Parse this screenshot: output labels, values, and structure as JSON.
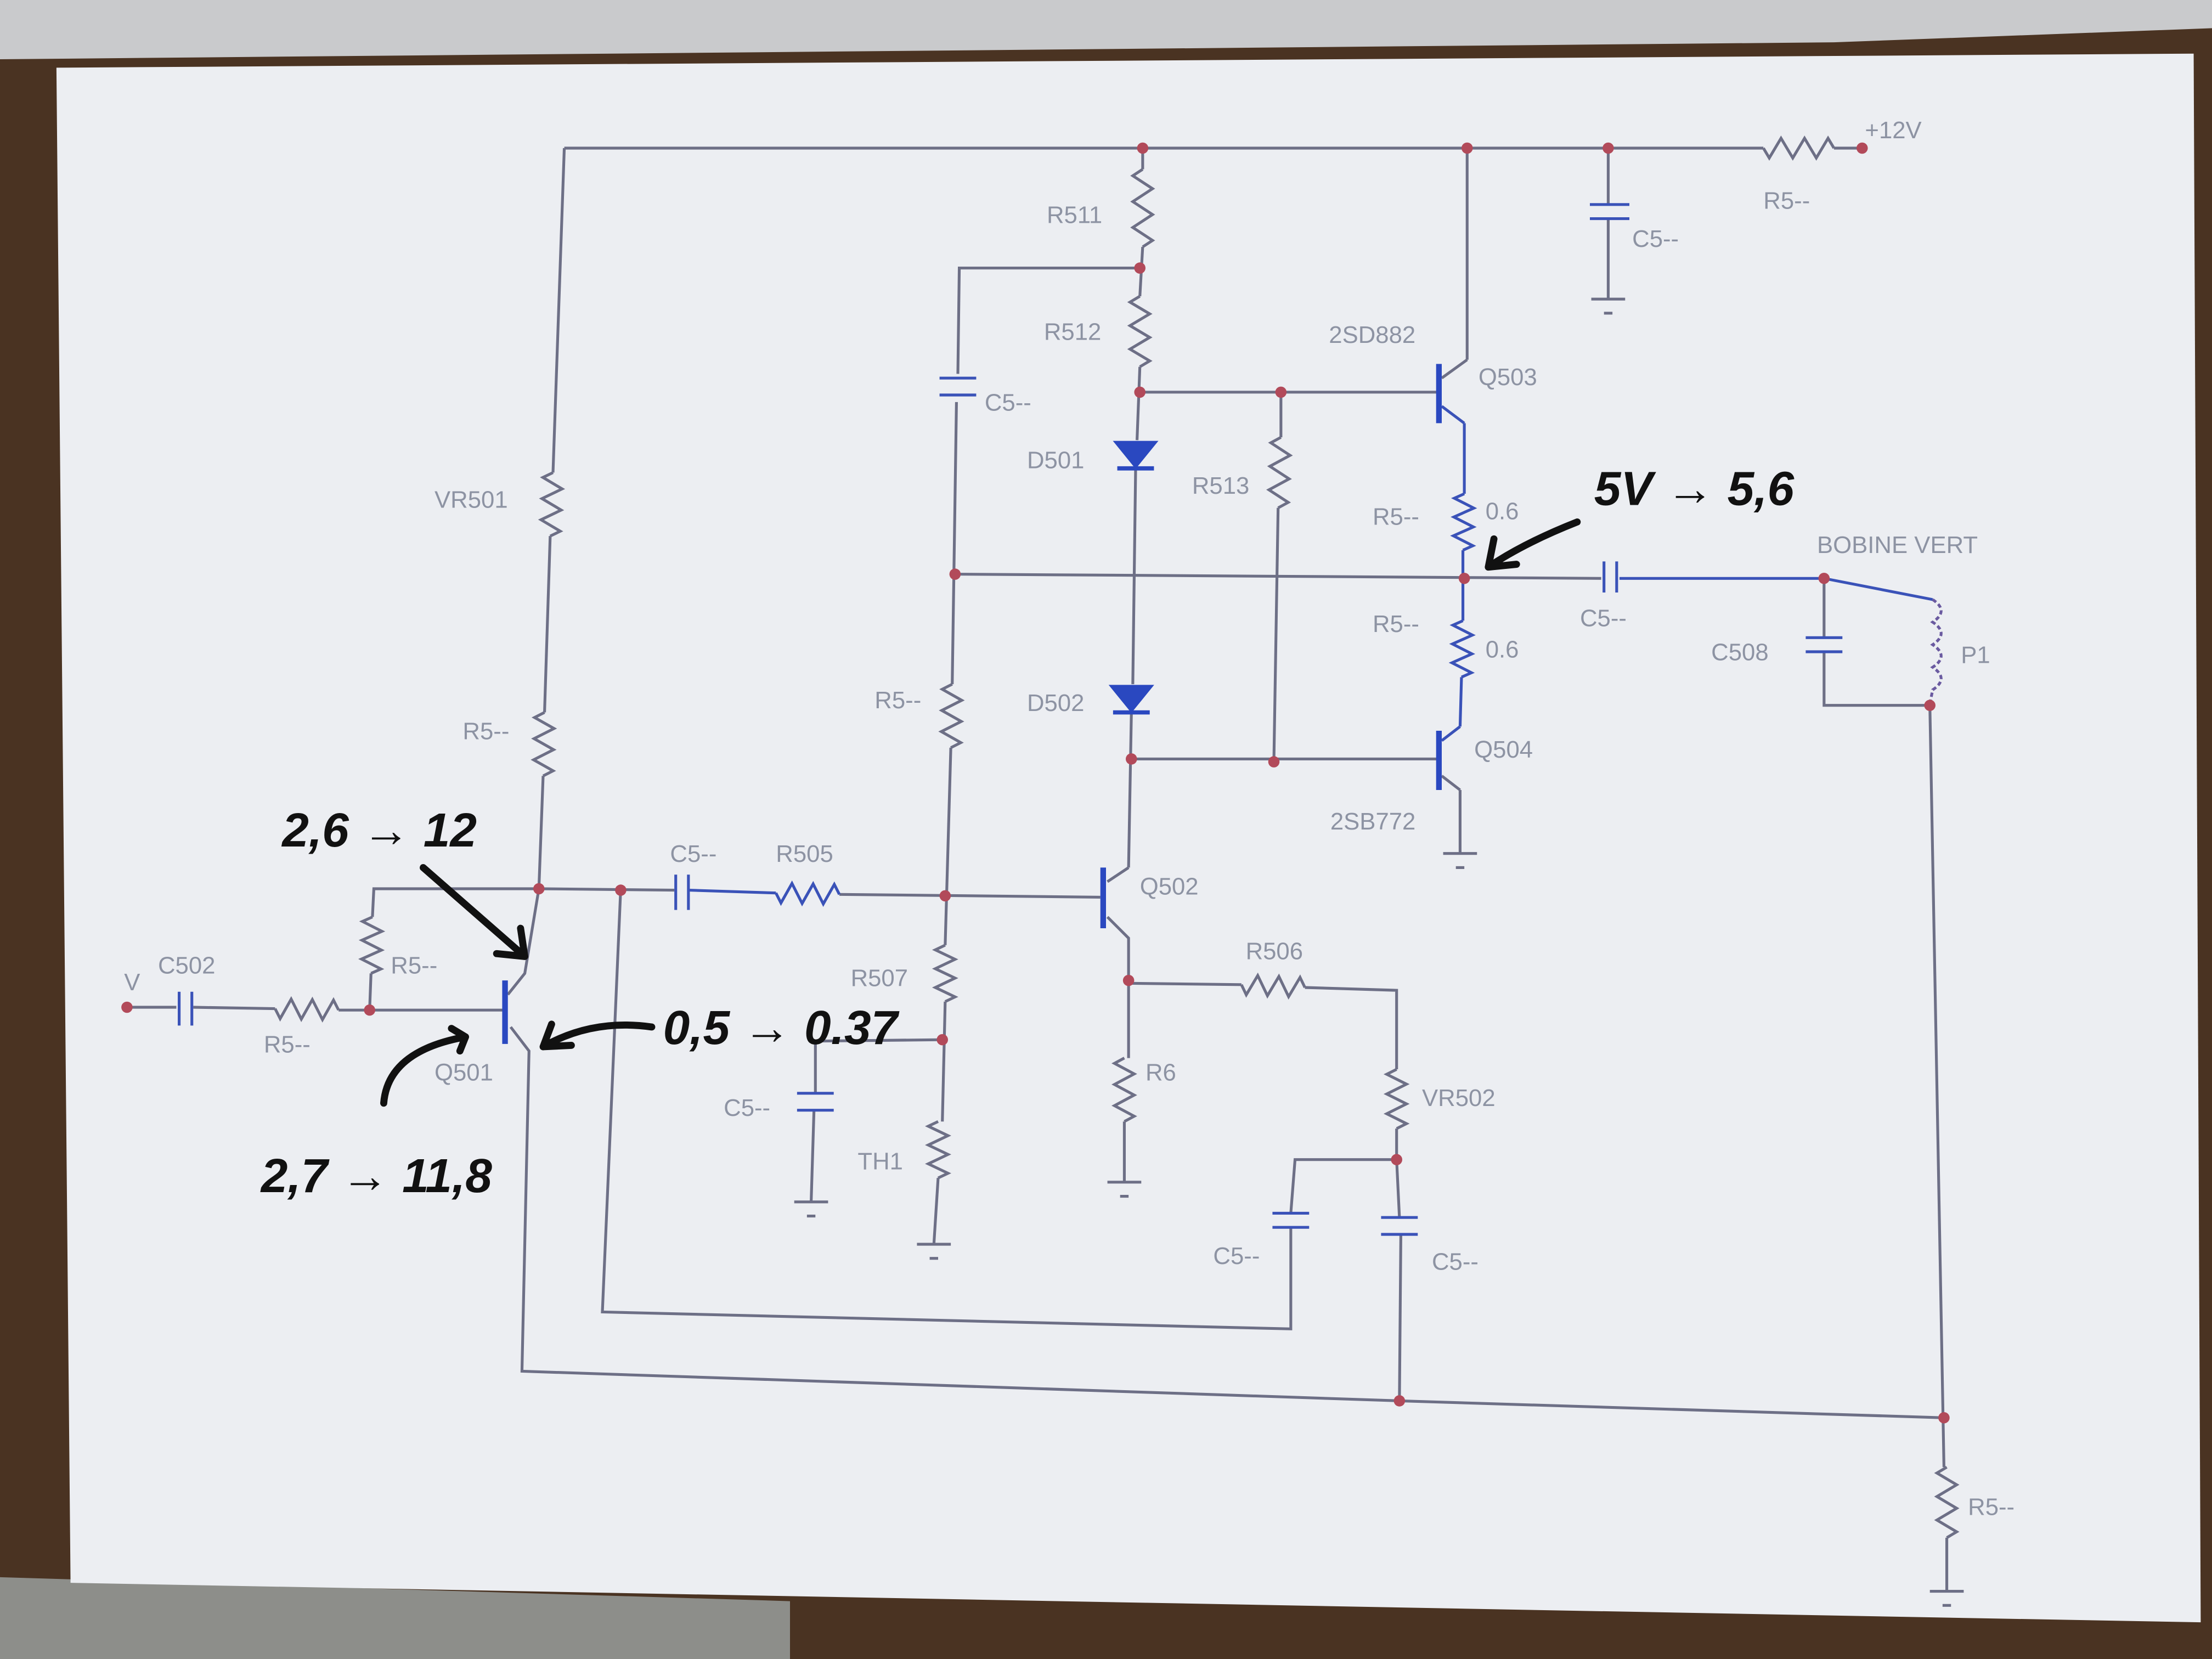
{
  "schematic": {
    "supply": "+12V",
    "title_note": "BOBINE VERT",
    "input": "V",
    "components": {
      "r511": "R511",
      "r512": "R512",
      "r513": "R513",
      "r505": "R505",
      "r506": "R506",
      "r507": "R507",
      "r6": "R6",
      "th1": "TH1",
      "vr501": "VR501",
      "vr502": "VR502",
      "r5_supply": "R5--",
      "r5_vr": "R5--",
      "r5_q501_base": "R5--",
      "r5_in": "R5--",
      "r5_mid": "R5--",
      "r5_top_out": "R5--",
      "r5_bot_out": "R5--",
      "r5_coil": "R5--",
      "r5_top_val": "0.6",
      "r5_bot_val": "0.6",
      "c5_supply": "C5--",
      "c5_fb": "C5--",
      "c5_out": "C5--",
      "c5_q501": "C5--",
      "c5_th": "C5--",
      "c5_a": "C5--",
      "c5_b": "C5--",
      "c502": "C502",
      "c508": "C508",
      "p1": "P1",
      "d501": "D501",
      "d502": "D502",
      "q501": "Q501",
      "q502": "Q502",
      "q503": "Q503",
      "q504": "Q504",
      "q503_type": "2SD882",
      "q504_type": "2SB772"
    },
    "annotations": {
      "output_voltage": "5V → 5,6",
      "q501_collector": "2,6 → 12",
      "q501_emitter": "0,5 → 0.37",
      "q501_base": "2,7 → 11,8"
    }
  },
  "colors": {
    "paper": "#eeeff3",
    "wire": "#6d6f86",
    "node": "#b24a5a",
    "part": "#3a52b8",
    "ink": "#111111"
  }
}
